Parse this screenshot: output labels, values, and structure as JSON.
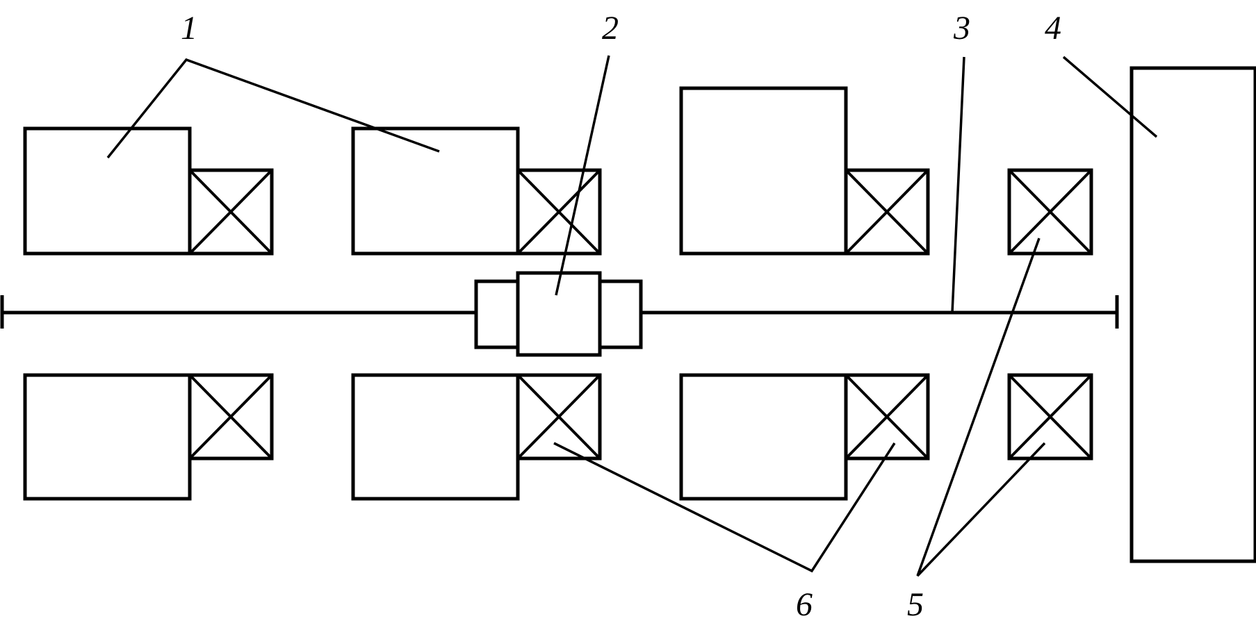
{
  "labels": {
    "l1": "1",
    "l2": "2",
    "l3": "3",
    "l4": "4",
    "l5": "5",
    "l6": "6"
  },
  "colors": {
    "stroke": "#000000",
    "background": "#ffffff"
  }
}
